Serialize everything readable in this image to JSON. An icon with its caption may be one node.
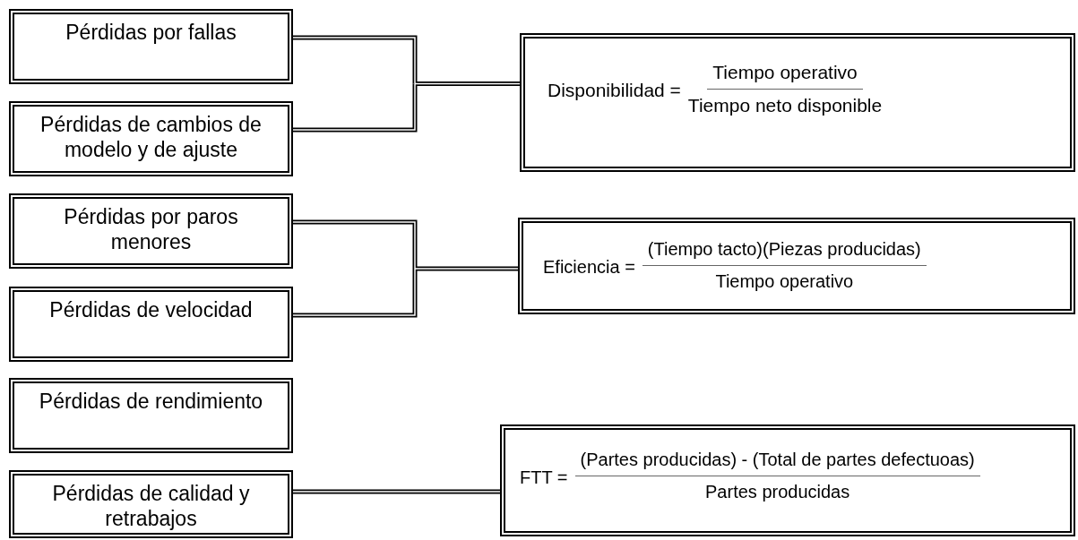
{
  "diagram": {
    "nodes": [
      {
        "text": [
          "Pérdidas por fallas"
        ]
      },
      {
        "text": [
          "Pérdidas de cambios de modelo y de ajuste"
        ]
      },
      {
        "text": [
          "Disponibilidad =",
          "Tiempo operativo",
          "Tiempo neto disponible"
        ]
      },
      {
        "text": [
          "Pérdidas por paros menores"
        ]
      },
      {
        "text": [
          "Pérdidas de velocidad"
        ]
      },
      {
        "text": [
          "Eficiencia =",
          "(Tiempo tacto)(Piezas producidas)",
          "Tiempo operativo"
        ]
      },
      {
        "text": [
          "Pérdidas de rendimiento"
        ]
      },
      {
        "text": [
          "Pérdidas de calidad y retrabajos"
        ]
      },
      {
        "text": [
          "FTT =",
          "(Partes producidas) - (Total de partes defectuoas)",
          "Partes producidas"
        ]
      }
    ],
    "edges": [
      {
        "from": 0,
        "to": 2,
        "arrow": "none"
      },
      {
        "from": 1,
        "to": 2,
        "arrow": "none"
      },
      {
        "from": 3,
        "to": 5,
        "arrow": "none"
      },
      {
        "from": 4,
        "to": 5,
        "arrow": "none"
      },
      {
        "from": 7,
        "to": 8,
        "arrow": "none"
      }
    ]
  }
}
